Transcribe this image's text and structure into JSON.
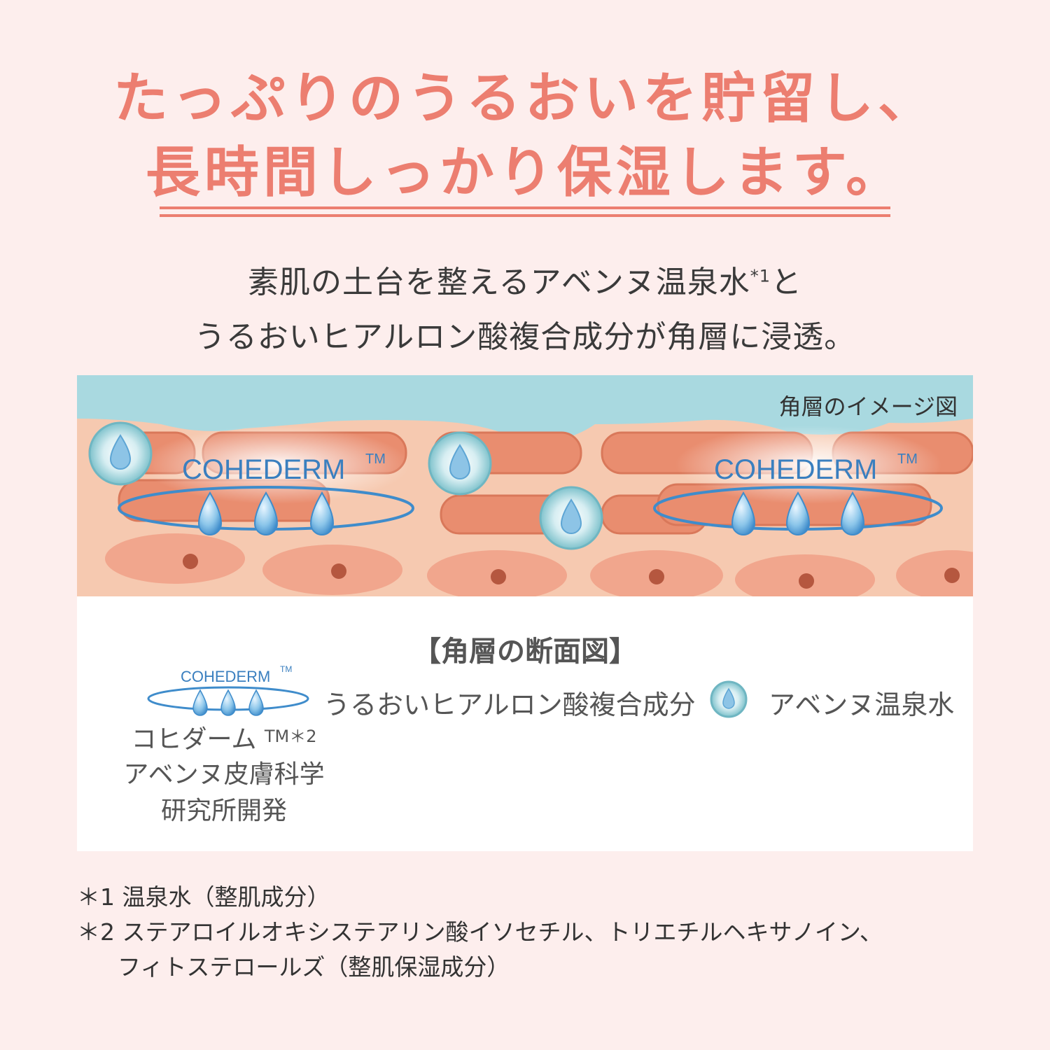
{
  "headline": {
    "line1": "たっぷりのうるおいを貯留し、",
    "line2": "長時間しっかり保湿します。"
  },
  "intro": {
    "line1_text": "素肌の土台を整えるアベンヌ温泉水",
    "line1_sup": "*1",
    "line1_tail": "と",
    "line2": "うるおいヒアルロン酸複合成分が角層に浸透。"
  },
  "diagram": {
    "caption": "角層のイメージ図",
    "logo_text": "COHEDERM",
    "logo_tm": "TM",
    "colors": {
      "sky": "#a9d9e0",
      "cell": "#f6c2a8",
      "cell_dark": "#e98d6f",
      "drop": "#7bbde3"
    }
  },
  "section": {
    "title": "【角層の断面図】"
  },
  "legend": {
    "hyaluronic_label": "うるおいヒアルロン酸複合成分",
    "water_label": "アベンヌ温泉水"
  },
  "cohederm_note": {
    "line1": "コヒダーム",
    "line1_mark": "TM＊2",
    "line2": "アベンヌ皮膚科学",
    "line3": "研究所開発"
  },
  "footnotes": {
    "fn1": "＊1 温泉水（整肌成分）",
    "fn2": "＊2 ステアロイルオキシステアリン酸イソセチル、トリエチルヘキサノイン、",
    "fn3": "フィトステロールズ（整肌保湿成分）"
  }
}
